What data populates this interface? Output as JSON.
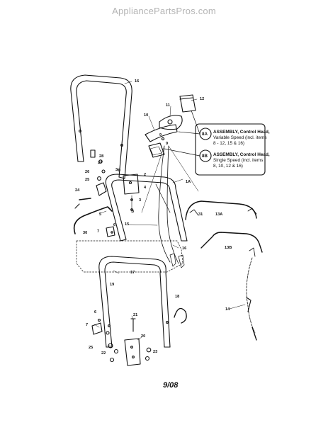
{
  "watermark": "AppliancePartsPros.com",
  "date_code": "9/08",
  "assemblies": [
    {
      "id": "8A",
      "line1": "ASSEMBLY, Control Head,",
      "line2": "Variable Speed (incl. items",
      "line3": "8 - 12, 15 & 16)"
    },
    {
      "id": "8B",
      "line1": "ASSEMBLY, Control Head,",
      "line2": "Single Speed (incl. items",
      "line3": "8, 10, 12 & 16)"
    }
  ],
  "labels": {
    "l16": "16",
    "l12": "12",
    "l11": "11",
    "l10": "10",
    "l9a": "9",
    "l9b": "9",
    "l28": "28",
    "l27": "27",
    "l26": "26",
    "l25a": "25",
    "l3a": "3",
    "l2": "2",
    "l4": "4",
    "l24": "24",
    "l3b": "3",
    "l1a": "1A",
    "l3c": "3",
    "l5": "5",
    "l31": "31",
    "l13a": "13A",
    "l30": "30",
    "l15": "15",
    "l7a": "7",
    "l6a": "6",
    "l13b": "13B",
    "l16b": "16",
    "l17": "17",
    "l19": "19",
    "l18": "18",
    "l14": "14",
    "l21": "21",
    "l6b": "6",
    "l7b": "7",
    "l20": "20",
    "l25b": "25",
    "l22": "22",
    "l23": "23"
  }
}
